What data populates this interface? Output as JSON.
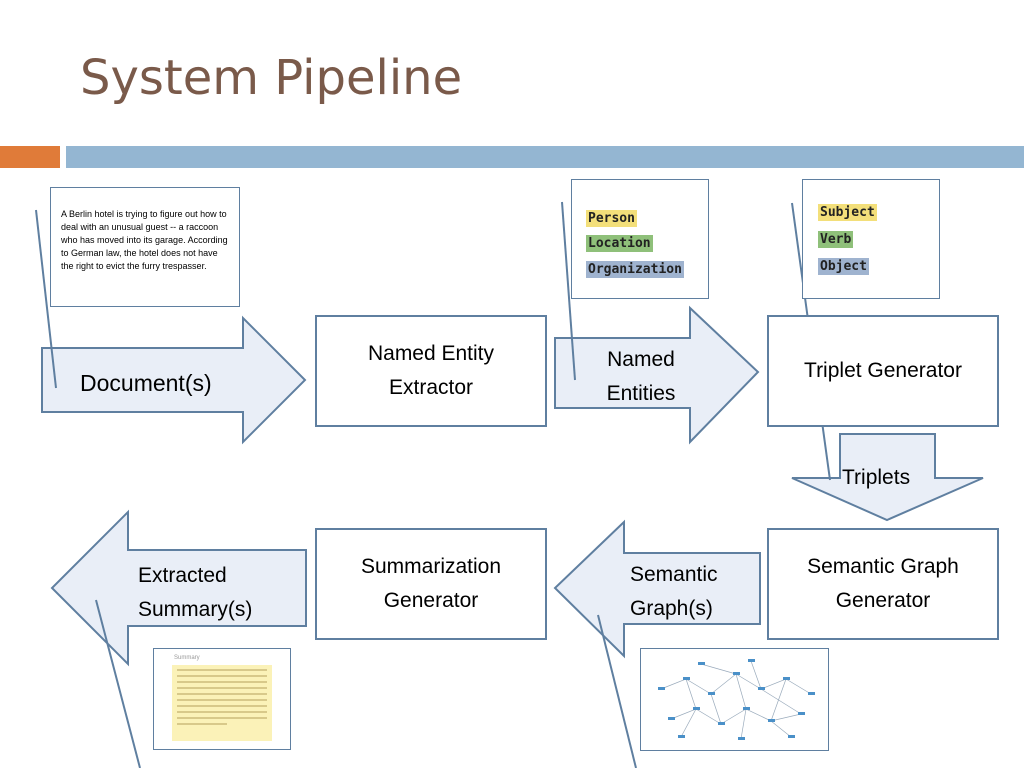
{
  "title": "System Pipeline",
  "document_text": "A Berlin hotel is trying to figure out how to deal with an unusual guest -- a raccoon who has moved into its garage. According to German law, the hotel does not have the right to evict the furry trespasser.",
  "entity_legend": [
    "Person",
    "Location",
    "Organization"
  ],
  "triplet_legend": [
    "Subject",
    "Verb",
    "Object"
  ],
  "colors": {
    "yellow": "#f3df7a",
    "green": "#8fc07a",
    "blue": "#9fb3cf",
    "arrow_fill": "#e9eef7",
    "arrow_stroke": "#5f7fa0"
  },
  "nodes": {
    "ner": "Named Entity Extractor",
    "triplet_gen": "Triplet Generator",
    "semantic_gen": "Semantic Graph Generator",
    "summ_gen": "Summarization Generator"
  },
  "arrows": {
    "documents": "Document(s)",
    "named_entities": "Named Entities",
    "triplets": "Triplets",
    "semantic_graphs": "Semantic Graph(s)",
    "extracted_summary": "Extracted Summary(s)"
  },
  "summary_thumb_title": "Summary"
}
